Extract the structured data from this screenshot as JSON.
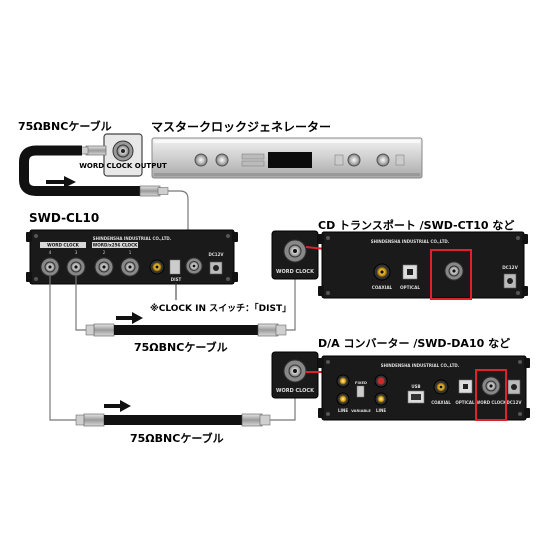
{
  "labels": {
    "cable_top": "75ΩBNCケーブル",
    "master_clock": "マスタークロックジェネレーター",
    "swd_cl10": "SWD-CL10",
    "cd_transport": "CD トランスポート /SWD-CT10 など",
    "clock_in_note": "※CLOCK IN スイッチ：「DIST」",
    "cable_mid": "75ΩBNCケーブル",
    "da_converter": "D/A コンバーター /SWD-DA10 など",
    "cable_bottom": "75ΩBNCケーブル"
  },
  "callouts": {
    "word_clock_output": "WORD CLOCK OUTPUT",
    "word_clock_in_1": "WORD CLOCK",
    "word_clock_in_2": "WORD CLOCK"
  },
  "panels": {
    "cl10_brand": "SHINDENSHA INDUSTRIAL CO.,LTD.",
    "cl10_group_a": "WORD CLOCK",
    "cl10_group_b": "WORD/x256 CLOCK",
    "cl10_ports": [
      "4",
      "3",
      "2",
      "1"
    ],
    "cl10_dist": "DIST",
    "cl10_dc": "DC12V",
    "ct10_brand": "SHINDENSHA INDUSTRIAL CO.,LTD.",
    "ct10_coaxial": "COAXIAL",
    "ct10_optical": "OPTICAL",
    "ct10_dc": "DC12V",
    "da10_brand": "SHINDENSHA INDUSTRIAL CO.,LTD.",
    "da10_usb": "USB",
    "da10_coaxial": "COAXIAL",
    "da10_optical": "OPTICAL",
    "da10_word_clock": "WORD CLOCK",
    "da10_dc": "DC12V",
    "da10_line_l": "LINE",
    "da10_line_r": "LINE",
    "da10_variable": "VARIABLE",
    "da10_fixed": "FIXED"
  },
  "colors": {
    "device_body": "#1a1a1a",
    "highlight": "#e0202a",
    "cable": "#111111",
    "connector": "#b8b8b8"
  }
}
